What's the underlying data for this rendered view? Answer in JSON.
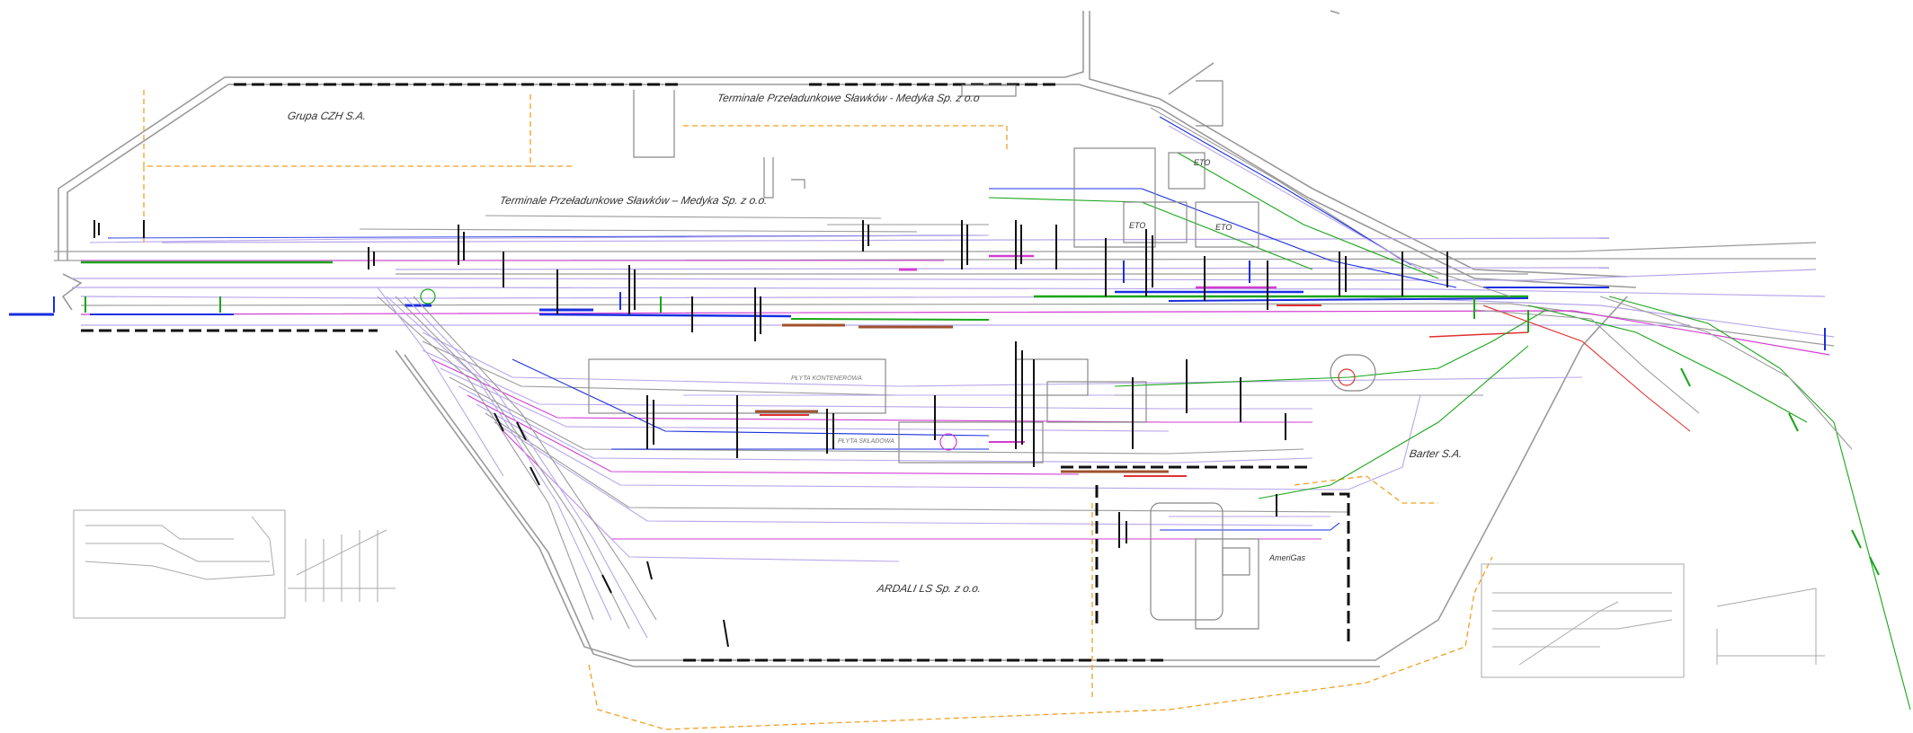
{
  "diagram": {
    "labels": {
      "grupa_czh": "Grupa CZH S.A.",
      "terminale_top": "Terminale Przeładunkowe Sławków - Medyka Sp. z o.o",
      "terminale_mid": "Terminale Przeładunkowe Sławków – Medyka Sp. z o.o.",
      "eto1": "ETO",
      "eto2": "ETO",
      "eto3": "ETO",
      "plyta_1": "PŁYTA KONTENEROWA",
      "plyta_2": "PŁYTA SKŁADOWA",
      "barter": "Barter S.A.",
      "ardali": "ARDALI LS Sp. z o.o.",
      "amerigas": "AmeriGas"
    },
    "colors": {
      "track": "#9a9a9a",
      "blue": "#1a2fe0",
      "green": "#1aa51a",
      "magenta": "#d23cd2",
      "lavender": "#b7a6ea",
      "orange": "#f0a020",
      "brown": "#a0522d",
      "red": "#e03030",
      "black": "#111111"
    }
  }
}
